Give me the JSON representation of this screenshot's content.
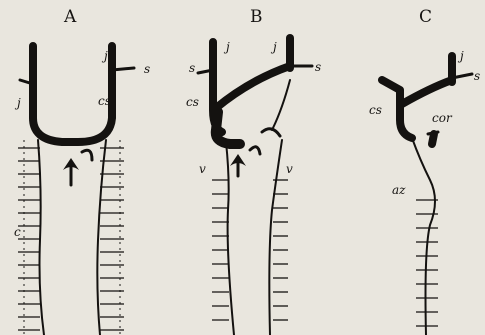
{
  "panels": [
    {
      "letter": "A",
      "labels": {
        "j_left": "j",
        "j_right": "j",
        "s": "s",
        "cs": "cs",
        "c": "c"
      }
    },
    {
      "letter": "B",
      "labels": {
        "j_left": "j",
        "j_right": "j",
        "s_left": "s",
        "s_right": "s",
        "cs": "cs",
        "v_left": "v",
        "v_right": "v"
      }
    },
    {
      "letter": "C",
      "labels": {
        "j": "j",
        "s": "s",
        "cs": "cs",
        "cor": "cor",
        "az": "az"
      }
    }
  ],
  "colors": {
    "paper": "#e9e6de",
    "ink": "#141210"
  }
}
